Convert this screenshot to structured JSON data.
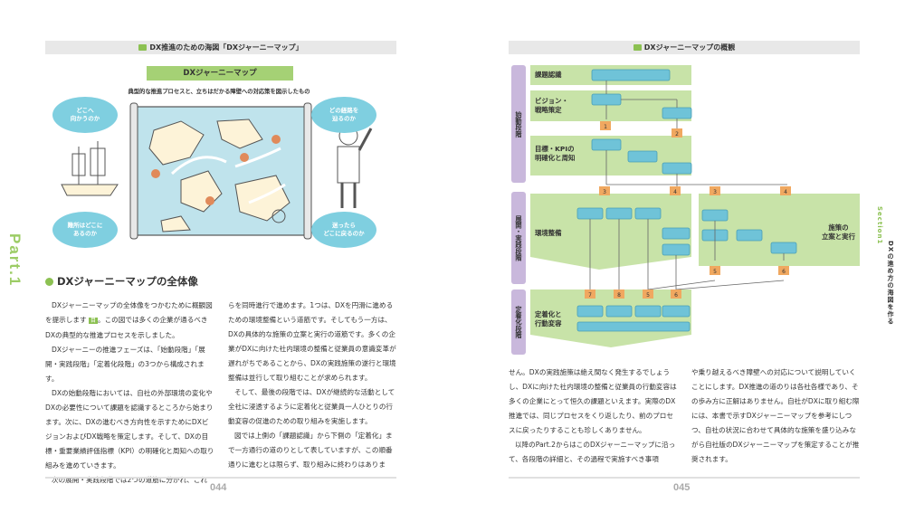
{
  "left": {
    "header": "DX推進のための海図「DXジャーニーマップ」",
    "journey_title": "DXジャーニーマップ",
    "journey_subtitle": "典型的な推進プロセスと、立ちはだかる障壁への対応策を図示したもの",
    "bubbles": [
      "どこへ\n向かうのか",
      "どの経路を\n辿るのか",
      "難所はどこに\nあるのか",
      "迷ったら\nどこに戻るのか"
    ],
    "part_label": "Part.1",
    "section_title": "DXジャーニーマップの全体像",
    "col1": [
      "DXジャーニーマップの全体像をつかむために概観図を提示します",
      "。この図では多くの企業が通るべきDXの典型的な推進プロセスを示しました。",
      "DXジャーニーの推進フェーズは、「始動段階」「展開・実践段階」「定着化段階」の3つから構成されます。",
      "DXの始動段階においては、自社の外部環境の変化やDXの必要性について課題を認識するところから始まります。次に、DXの進むべき方向性を示すためにDXビジョンおよびDX戦略を策定します。そして、DXの目標・重要業績評価指標（KPI）の明確化と周知への取り組みを進めていきます。",
      "次の展開・実践段階では2つの道筋に分かれ、これ"
    ],
    "col2": [
      "らを同時進行で進めます。1つは、DXを円滑に進めるための環境整備という道筋です。そしてもう一方は、DXの具体的な施策の立案と実行の道筋です。多くの企業がDXに向けた社内環境の整備と従業員の意識変革が遅れがちであることから、DXの実践施策の遂行と環境整備は並行して取り組むことが求められます。",
      "そして、最後の段階では、DXが継続的な活動として全社に浸透するように定着化と従業員一人ひとりの行動変容の促進のための取り組みを実施します。",
      "図では上側の「課題認識」から下側の「定着化」まで一方通行の道のりとして表していますが、この順番通りに進むとは限らず、取り組みに終わりはありま"
    ],
    "page_number": "044",
    "ref_badge": "目"
  },
  "right": {
    "header": "DXジャーニーマップの概観",
    "phases": [
      "始動段階",
      "展開・実践段階",
      "定着化段階"
    ],
    "flow_labels": [
      "課題認識",
      "ビジョン・\n戦略策定",
      "目標・KPIの\n明確化と周知",
      "環境整備",
      "施策の\n立案と実行",
      "定着化と\n行動変容"
    ],
    "badges": [
      "1",
      "2",
      "3",
      "4",
      "3",
      "4",
      "5",
      "6",
      "7",
      "8",
      "5",
      "6"
    ],
    "section_label": "Section1",
    "section_title": "DXの進め方の海図を作る",
    "col1": [
      "せん。DXの実践施策は絶え間なく発生するでしょうし、DXに向けた社内環境の整備と従業員の行動変容は多くの企業にとって恒久の課題といえます。実際のDX推進では、同じプロセスをくり返したり、前のプロセスに戻ったりすることも珍しくありません。",
      "以降のPart.2からはこのDXジャーニーマップに沿って、各段階の詳細と、その過程で実施すべき事項"
    ],
    "col2": [
      "や乗り越えるべき障壁への対応について説明していくことにします。DX推進の道のりは各社各様であり、その歩み方に正解はありません。自社がDXに取り組む際には、本書で示すDXジャーニーマップを参考にしつつ、自社の状況に合わせて具体的な施策を盛り込みながら自社版のDXジャーニーマップを策定することが推奨されます。"
    ],
    "page_number": "045"
  },
  "colors": {
    "accent_green": "#8cc152",
    "light_green": "#c8e3a8",
    "node_blue": "#6fc3d8",
    "phase_purple": "#c9b8dc",
    "badge_orange": "#f0a860"
  }
}
